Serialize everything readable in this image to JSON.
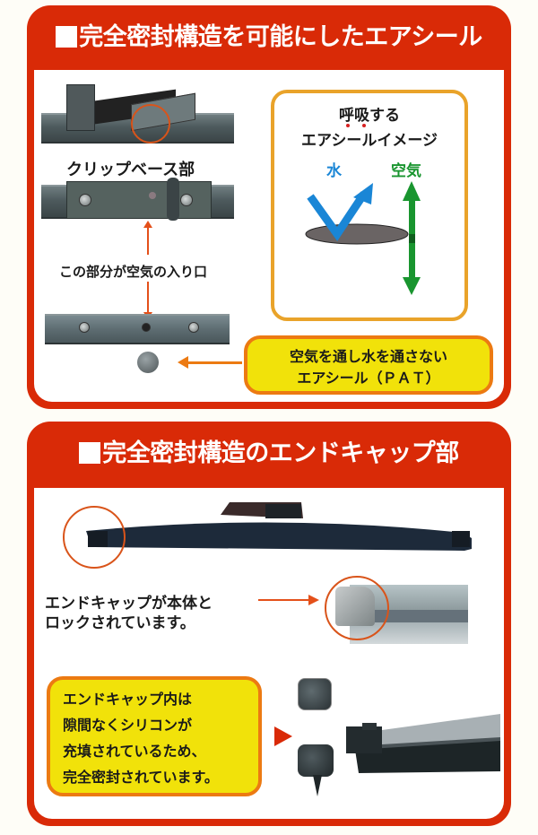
{
  "colors": {
    "panel_red": "#d92a07",
    "callout_yellow": "#f1e20a",
    "callout_border_orange": "#ec7a12",
    "water_blue": "#1a86d6",
    "air_green": "#19952f",
    "accent_arrow_orange": "#e4501a"
  },
  "section1": {
    "title": "完全密封構造を可能にしたエアシール",
    "clip_base_label": "クリップベース部",
    "air_inlet_label": "この部分が空気の入り口",
    "diagram": {
      "title_line1": "呼吸する",
      "title_line2": "エアシールイメージ",
      "water_label": "水",
      "air_label": "空気",
      "water_icon": "water-bounce-arrow-icon",
      "air_icon": "air-pass-double-arrow-icon"
    },
    "callout_line1": "空気を通し水を通さない",
    "callout_line2": "エアシール（ＰＡＴ）"
  },
  "section2": {
    "title": "完全密封構造のエンドキャップ部",
    "lock_text_line1": "エンドキャップが本体と",
    "lock_text_line2": "ロックされています。",
    "callout_lines": [
      "エンドキャップ内は",
      "隙間なくシリコンが",
      "充填されているため、",
      "完全密封されています。"
    ]
  }
}
